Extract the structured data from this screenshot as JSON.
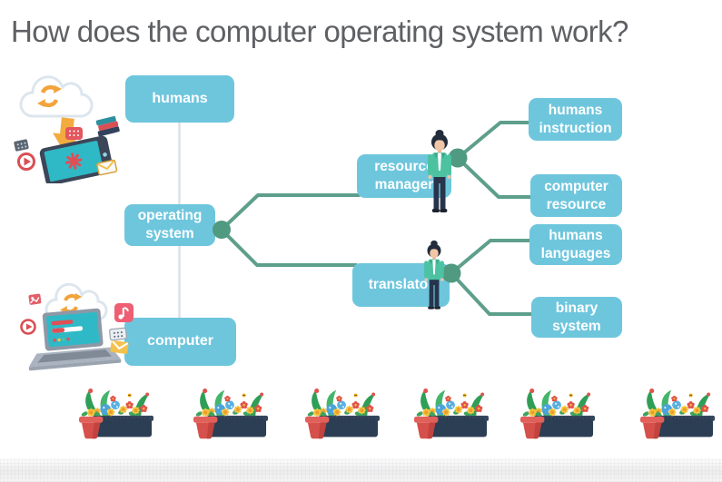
{
  "title": "How does the computer operating system work?",
  "nodes": {
    "humans": {
      "label": "humans"
    },
    "operating_system": {
      "label": "operating\nsystem"
    },
    "computer": {
      "label": "computer"
    },
    "resource_manager": {
      "label": "resource\nmanager"
    },
    "translator": {
      "label": "translator"
    },
    "humans_instruction": {
      "label": "humans\ninstruction"
    },
    "computer_resource": {
      "label": "computer\nresource"
    },
    "humans_languages": {
      "label": "humans\nlanguages"
    },
    "binary_system": {
      "label": "binary\nsystem"
    }
  },
  "edges": [
    {
      "from": "humans",
      "to": "computer",
      "style": "straight-gray-line"
    },
    {
      "from": "operating system",
      "to": "resource manager",
      "style": "teal-branch"
    },
    {
      "from": "operating system",
      "to": "translator",
      "style": "teal-branch"
    },
    {
      "from": "resource manager",
      "to": "humans instruction",
      "style": "teal-branch"
    },
    {
      "from": "resource manager",
      "to": "computer resource",
      "style": "teal-branch"
    },
    {
      "from": "translator",
      "to": "humans languages",
      "style": "teal-branch"
    },
    {
      "from": "translator",
      "to": "binary system",
      "style": "teal-branch"
    }
  ],
  "illustrations": {
    "cloud_download_tablet": "cloud syncing data down to a tablet with app icons",
    "cloud_upload_laptop": "laptop uploading data up to a cloud with media icons",
    "person_resource_manager": "standing woman in teal jacket",
    "person_translator": "standing woman in teal jacket",
    "flower_planter": "window box planter with flowers and red pot",
    "flower_planter_count": 6
  },
  "colors": {
    "box_fill": "#6ec6dd",
    "box_text": "#ffffff",
    "connector": "#5e9f8c",
    "connector_node": "#4f9a80",
    "humans_computer_line": "#dbe2e7",
    "title_text": "#5e6064"
  }
}
